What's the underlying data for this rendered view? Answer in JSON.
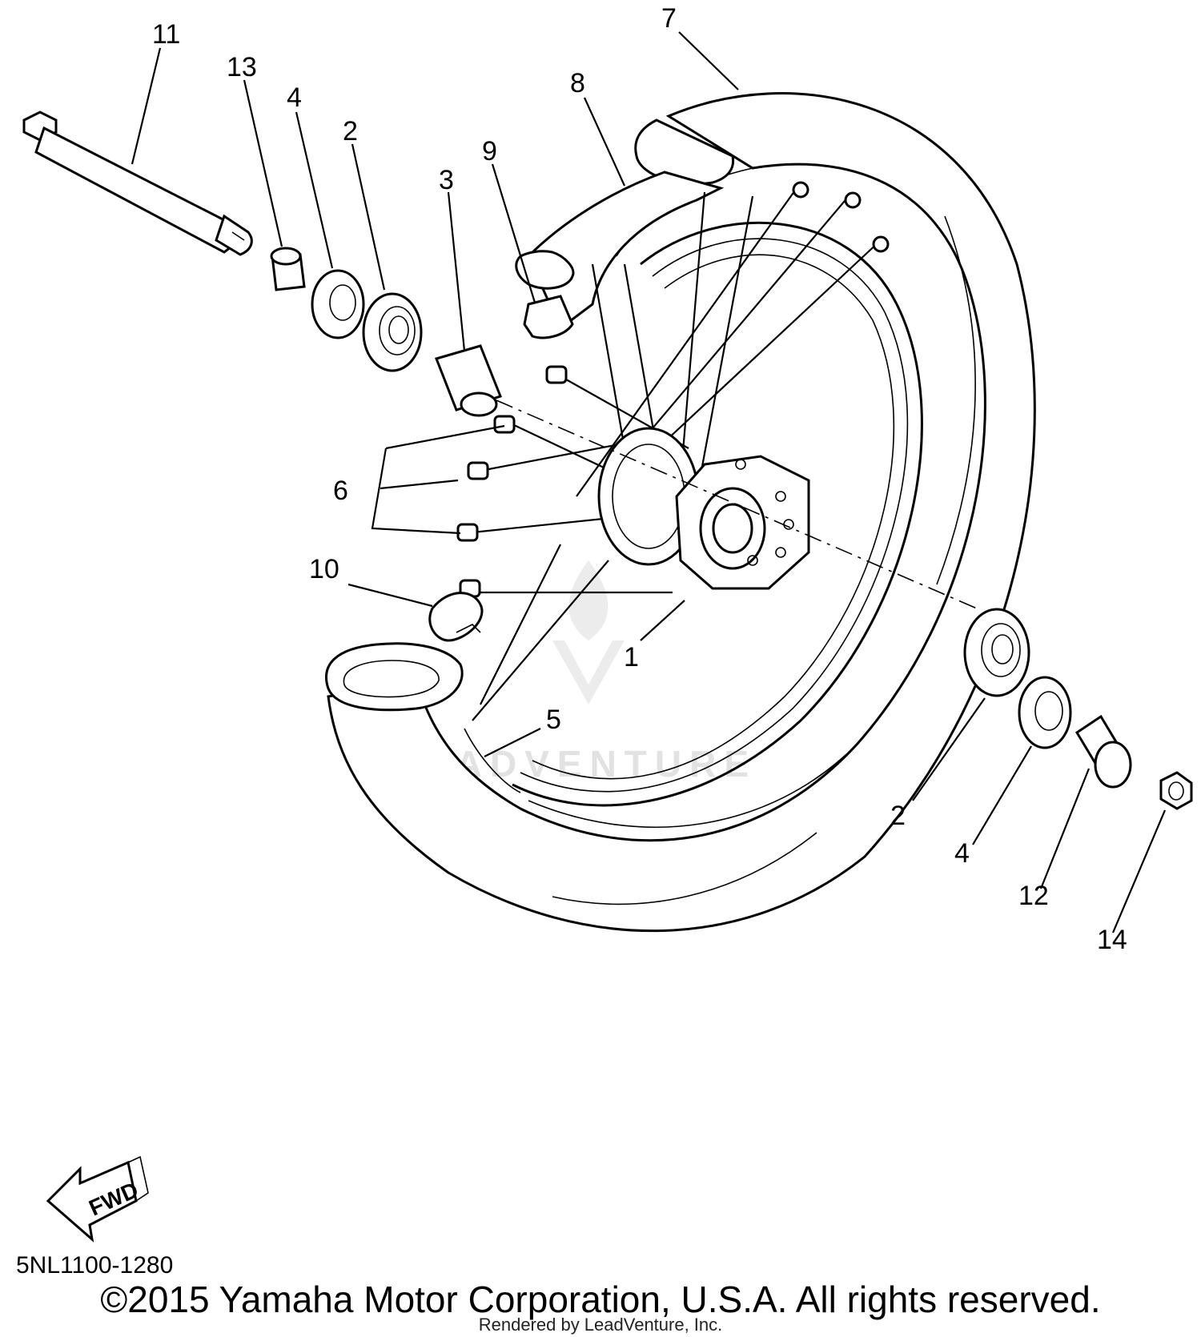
{
  "labels": {
    "l1": "1",
    "l2a": "2",
    "l2b": "2",
    "l3": "3",
    "l4a": "4",
    "l4b": "4",
    "l5": "5",
    "l6": "6",
    "l7": "7",
    "l8": "8",
    "l9": "9",
    "l10": "10",
    "l11": "11",
    "l12": "12",
    "l13": "13",
    "l14": "14"
  },
  "fwd_label": "FWD",
  "watermark": "LEADVENTURE",
  "diagram_code": "5NL1100-1280",
  "copyright": "©2015 Yamaha Motor Corporation, U.S.A. All rights reserved.",
  "rendered_by": "Rendered by LeadVenture, Inc."
}
